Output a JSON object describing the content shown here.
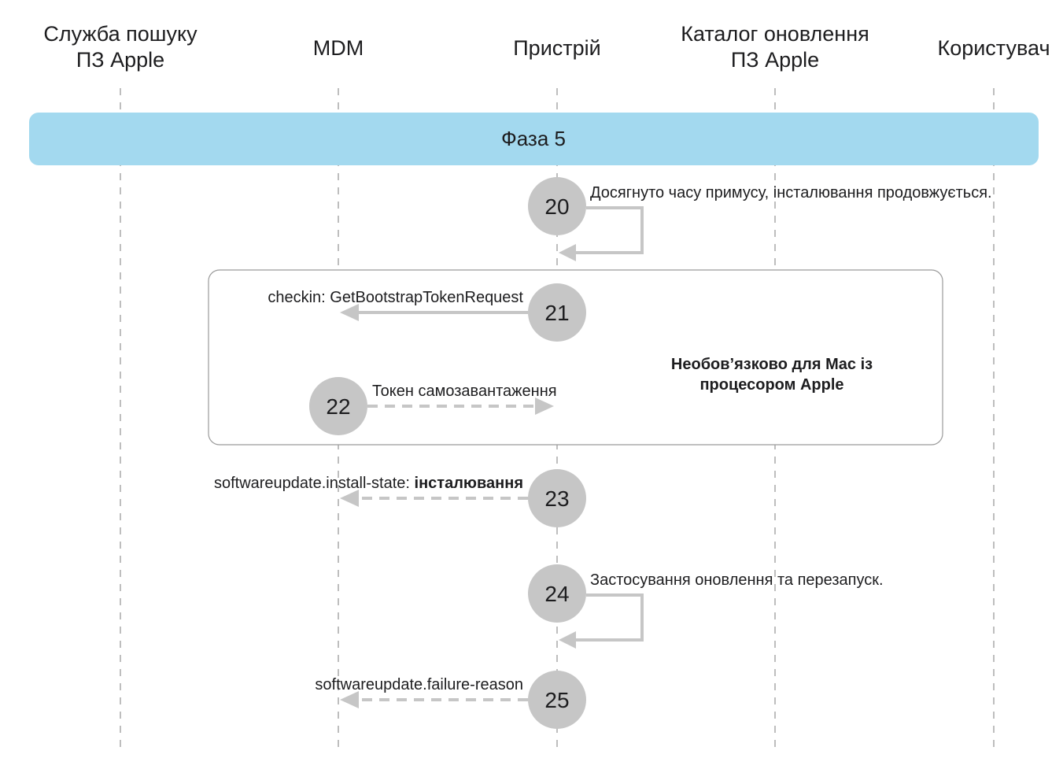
{
  "lanes": [
    {
      "id": "apple-search",
      "title_lines": [
        "Служба пошуку",
        "ПЗ Apple"
      ]
    },
    {
      "id": "mdm",
      "title_lines": [
        "MDM"
      ]
    },
    {
      "id": "device",
      "title_lines": [
        "Пристрій"
      ]
    },
    {
      "id": "apple-catalog",
      "title_lines": [
        "Каталог оновлення",
        "ПЗ Apple"
      ]
    },
    {
      "id": "user",
      "title_lines": [
        "Користувач"
      ]
    }
  ],
  "phase": {
    "label": "Фаза 5",
    "color": "#a3d9ef"
  },
  "optional_group": {
    "note_lines": [
      "Необов’язково для Mac із",
      "процесором Apple"
    ]
  },
  "steps": [
    {
      "number": "20",
      "kind": "self",
      "lane": "device",
      "label_parts": [
        {
          "text": "Досягнуто часу примусу, інсталювання продовжується.",
          "bold": false
        }
      ]
    },
    {
      "number": "21",
      "kind": "solid",
      "from": "device",
      "to": "mdm",
      "label_parts": [
        {
          "text": "checkin: GetBootstrapTokenRequest",
          "bold": false
        }
      ]
    },
    {
      "number": "22",
      "kind": "dashed",
      "from": "mdm",
      "to": "device",
      "label_parts": [
        {
          "text": "Токен самозавантаження",
          "bold": false
        }
      ]
    },
    {
      "number": "23",
      "kind": "dashed",
      "from": "device",
      "to": "mdm",
      "label_parts": [
        {
          "text": "softwareupdate.install-state: ",
          "bold": false
        },
        {
          "text": "інсталювання",
          "bold": true
        }
      ]
    },
    {
      "number": "24",
      "kind": "self",
      "lane": "device",
      "label_parts": [
        {
          "text": "Застосування оновлення та перезапуск.",
          "bold": false
        }
      ]
    },
    {
      "number": "25",
      "kind": "dashed",
      "from": "device",
      "to": "mdm",
      "label_parts": [
        {
          "text": "softwareupdate.failure-reason",
          "bold": false
        }
      ]
    }
  ]
}
